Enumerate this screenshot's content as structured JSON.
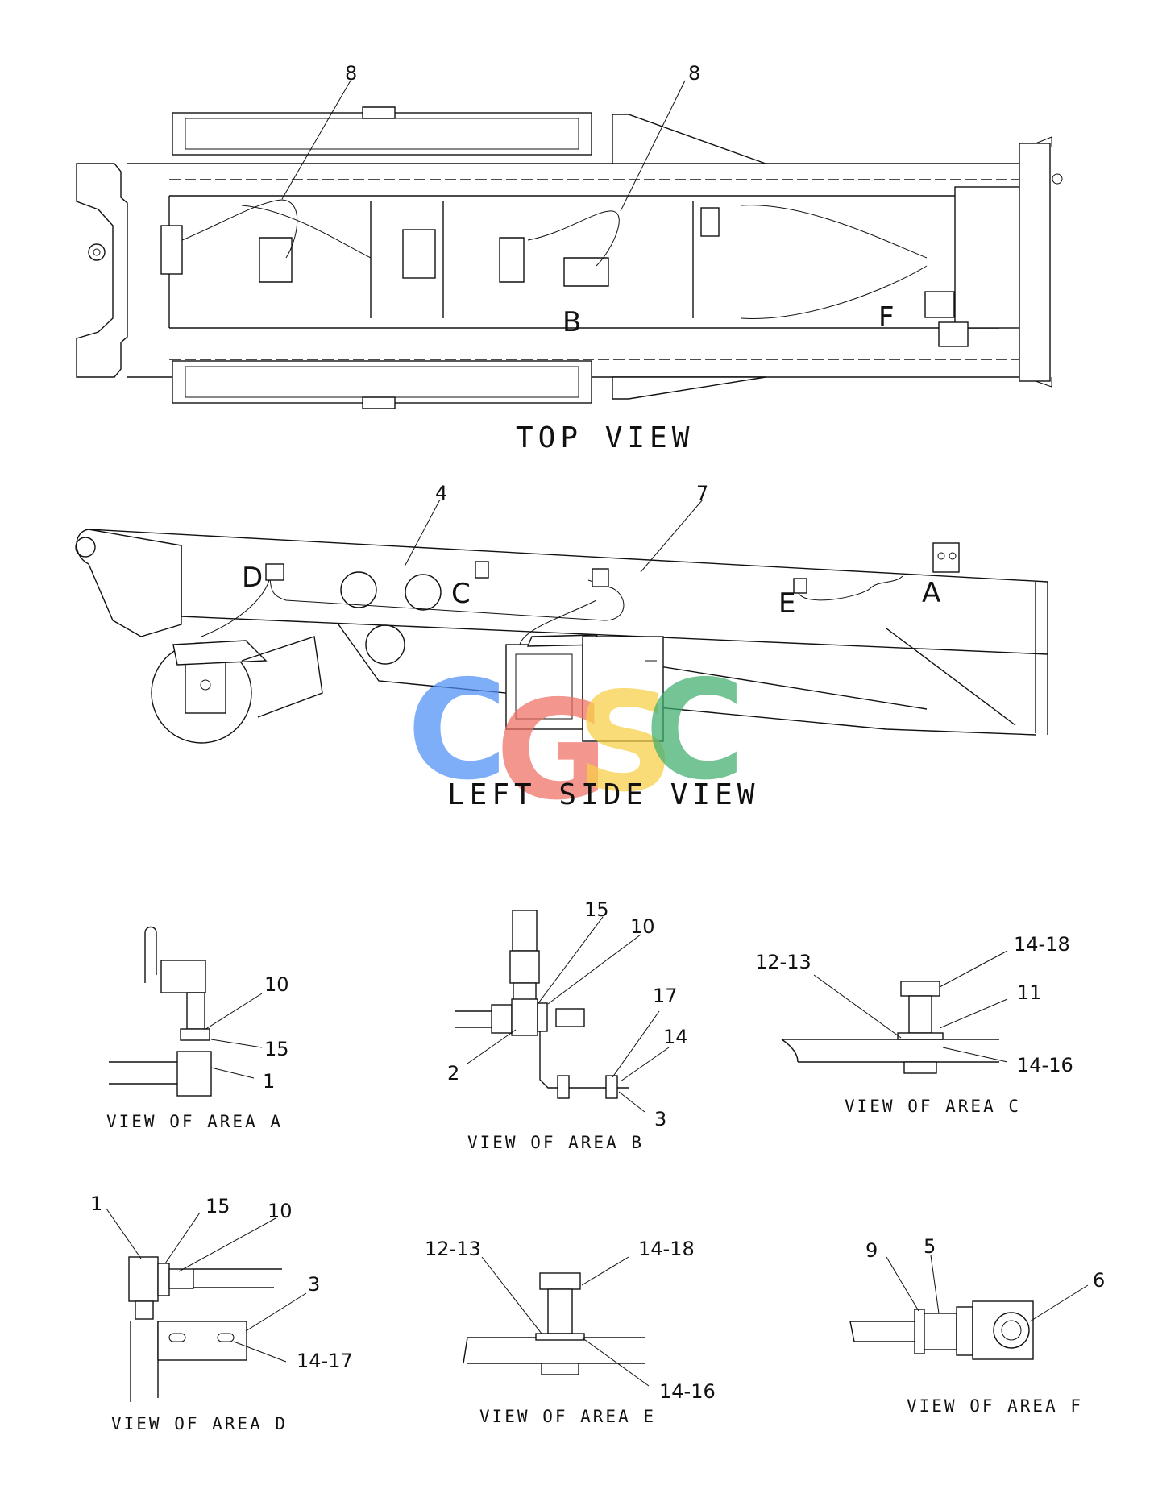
{
  "views": {
    "top": {
      "title": "TOP VIEW"
    },
    "left_side": {
      "title": "LEFT SIDE VIEW"
    },
    "area_a": {
      "title": "VIEW  OF  AREA  A"
    },
    "area_b": {
      "title": "VIEW  OF  AREA  B"
    },
    "area_c": {
      "title": "VIEW  OF  AREA  C"
    },
    "area_d": {
      "title": "VIEW  OF  AREA  D"
    },
    "area_e": {
      "title": "VIEW  OF  AREA  E"
    },
    "area_f": {
      "title": "VIEW  OF  AREA  F"
    }
  },
  "callouts": {
    "top": [
      "8",
      "8"
    ],
    "top_areas": [
      "B",
      "F"
    ],
    "side": [
      "4",
      "7"
    ],
    "side_areas": [
      "D",
      "C",
      "E",
      "A"
    ],
    "area_a": [
      "10",
      "15",
      "1"
    ],
    "area_b": [
      "15",
      "10",
      "17",
      "14",
      "2",
      "3"
    ],
    "area_c": [
      "12-13",
      "14-18",
      "11",
      "14-16"
    ],
    "area_d": [
      "1",
      "15",
      "10",
      "3",
      "14-17"
    ],
    "area_e": [
      "12-13",
      "14-18",
      "14-16"
    ],
    "area_f": [
      "9",
      "5",
      "6"
    ]
  },
  "watermark": {
    "letters": [
      "C",
      "G",
      "S",
      "C"
    ],
    "colors": [
      "#4f8ff7",
      "#ee6e64",
      "#f8cf45",
      "#3fae6f"
    ]
  }
}
